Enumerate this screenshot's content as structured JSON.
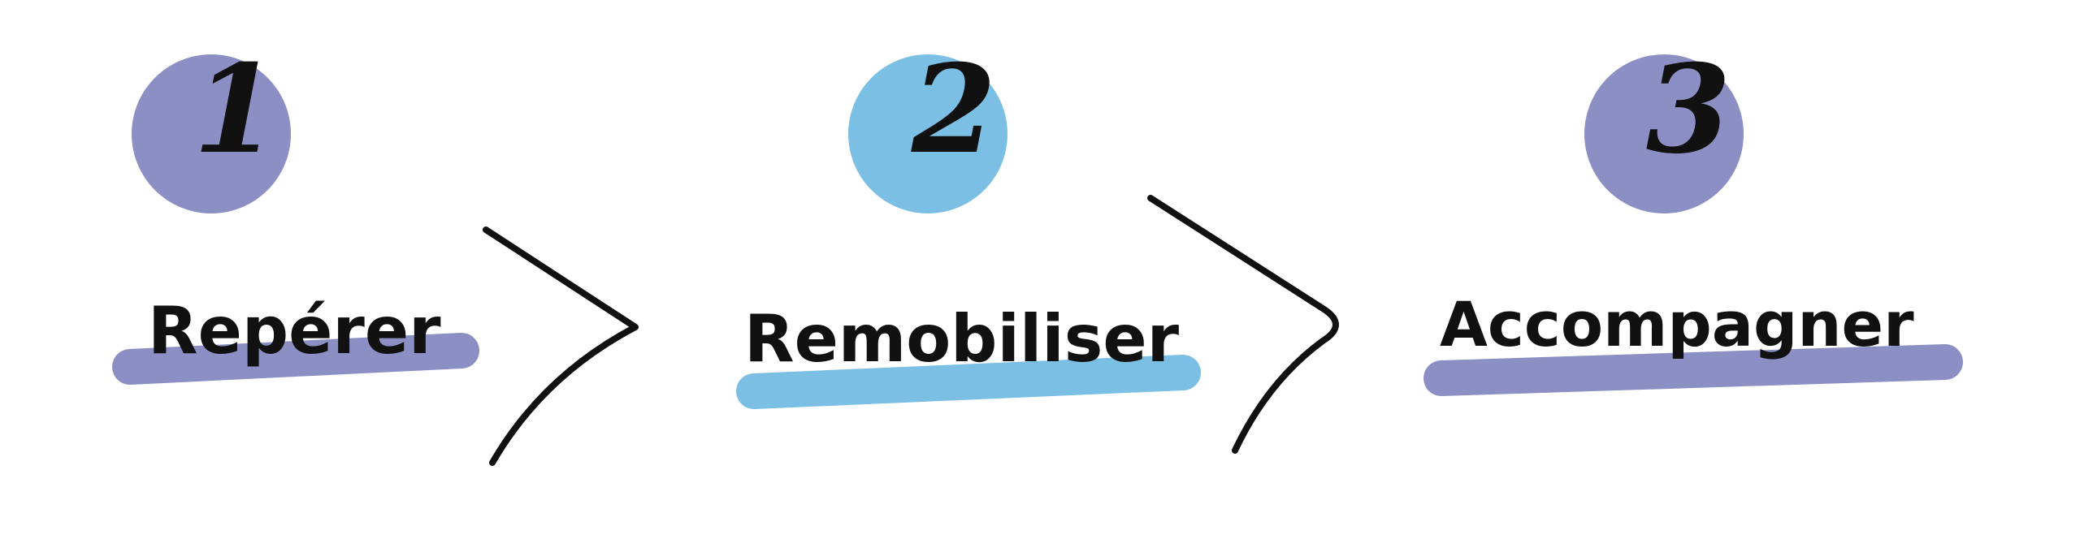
{
  "colors": {
    "purple": "#8b8fc4",
    "blue": "#7bbfe5",
    "ink": "#111111"
  },
  "steps": [
    {
      "number": "1",
      "label": "Repérer",
      "color": "#8b8fc4"
    },
    {
      "number": "2",
      "label": "Remobiliser",
      "color": "#7bbfe5"
    },
    {
      "number": "3",
      "label": "Accompagner",
      "color": "#8b8fc4"
    }
  ],
  "connectors": [
    "chevron-right-icon",
    "chevron-right-icon"
  ]
}
